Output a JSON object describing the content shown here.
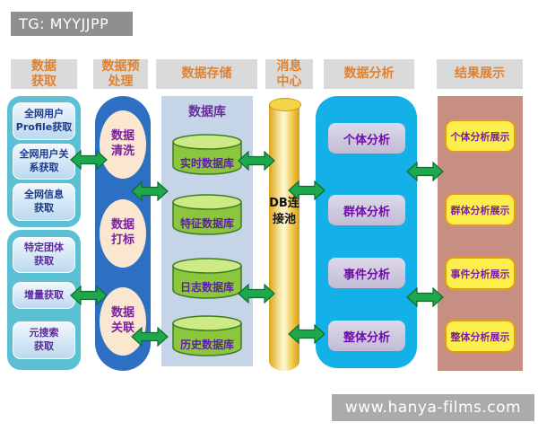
{
  "banner": {
    "text": "TG: MYYJJPP"
  },
  "headers": {
    "acquisition": "数据\n获取",
    "preprocessing": "数据预\n处理",
    "storage": "数据存储",
    "message_center": "消息\n中心",
    "analysis": "数据分析",
    "results": "结果展示"
  },
  "acquisition": {
    "group1": {
      "items": [
        "全网用户\nProfile获取",
        "全网用户关\n系获取",
        "全网信息\n获取"
      ]
    },
    "group2": {
      "items": [
        "特定团体\n获取",
        "增量获取",
        "元搜索\n获取"
      ]
    }
  },
  "preprocessing": {
    "steps": [
      "数据\n清洗",
      "数据\n打标",
      "数据\n关联"
    ]
  },
  "storage": {
    "title": "数据库",
    "databases": [
      "实时数据库",
      "特征数据库",
      "日志数据库",
      "历史数据库"
    ]
  },
  "message_center": {
    "label": "DB连接池"
  },
  "analysis": {
    "items": [
      "个体分析",
      "群体分析",
      "事件分析",
      "整体分析"
    ]
  },
  "results": {
    "items": [
      "个体分析展示",
      "群体分析展示",
      "事件分析展示",
      "整体分析展示"
    ]
  },
  "watermark": {
    "text": "www.hanya-films.com"
  },
  "colors": {
    "header_text": "#e0812f",
    "arrow_green": "#1ea84b",
    "arrow_outline": "#0c6e2e",
    "acquisition_container": "#5cc0d4",
    "preprocessing_pill": "#2d6fc2",
    "storage_panel": "#c5d4e6",
    "db_cylinder_green": "#8cc63f",
    "message_cylinder_yellow": "#f2cd52",
    "analysis_panel": "#13b1e8",
    "results_panel": "#c78e84",
    "result_box_yellow": "#fcee4d"
  }
}
